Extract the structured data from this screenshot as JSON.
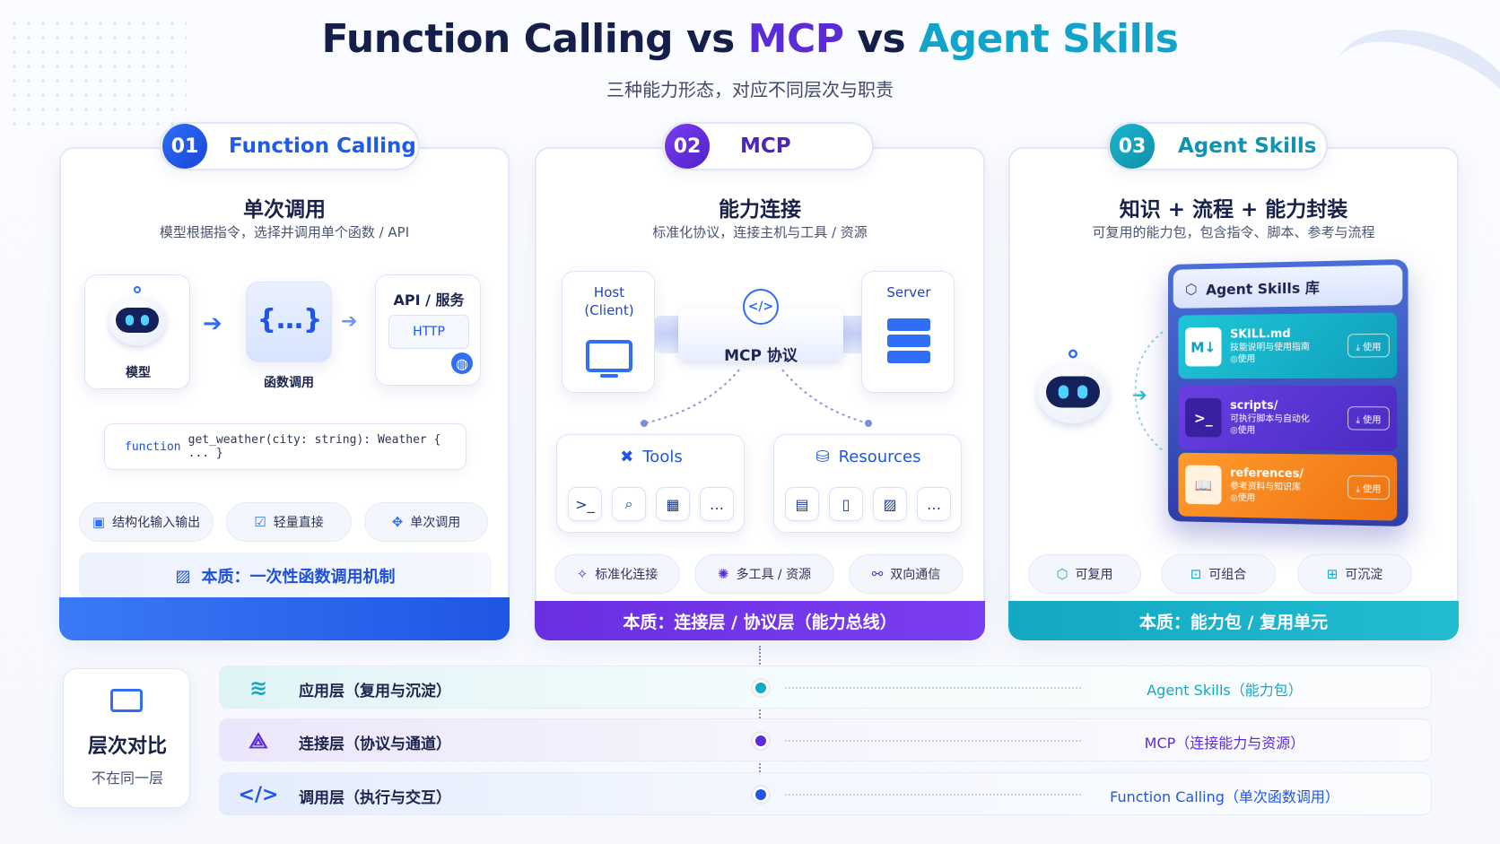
{
  "title": {
    "part1": "Function Calling vs ",
    "part2": "MCP",
    "part3": " vs ",
    "part4": "Agent Skills"
  },
  "subtitle": "三种能力形态，对应不同层次与职责",
  "cards": [
    {
      "num": "01",
      "name": "Function Calling",
      "heading": "单次调用",
      "desc": "模型根据指令，选择并调用单个函数 / API",
      "model_label": "模型",
      "func_label": "函数调用",
      "func_glyph": "{…}",
      "api_label": "API / 服务",
      "http_label": "HTTP",
      "code_kw": "function",
      "code_text": "get_weather(city: string): Weather { ... }",
      "chips": [
        "结构化输入输出",
        "轻量直接",
        "单次调用"
      ],
      "essence": "本质：一次性函数调用机制"
    },
    {
      "num": "02",
      "name": "MCP",
      "heading": "能力连接",
      "desc": "标准化协议，连接主机与工具 / 资源",
      "host_label": "Host\n(Client)",
      "server_label": "Server",
      "protocol_label": "MCP 协议",
      "tools_label": "Tools",
      "resources_label": "Resources",
      "chips": [
        "标准化连接",
        "多工具 / 资源",
        "双向通信"
      ],
      "essence": "本质：连接层 / 协议层（能力总线）"
    },
    {
      "num": "03",
      "name": "Agent Skills",
      "heading": "知识 + 流程 + 能力封装",
      "desc": "可复用的能力包，包含指令、脚本、参考与流程",
      "library_label": "Agent Skills 库",
      "skills": [
        {
          "icon": "M↓",
          "name": "SKILL.md",
          "desc": "技能说明与使用指南",
          "tag": "◎使用",
          "btn": "⤓ 使用"
        },
        {
          "icon": ">_",
          "name": "scripts/",
          "desc": "可执行脚本与自动化",
          "tag": "◎使用",
          "btn": "⤓ 使用"
        },
        {
          "icon": "📖",
          "name": "references/",
          "desc": "参考资料与知识库",
          "tag": "◎使用",
          "btn": "⤓ 使用"
        }
      ],
      "chips": [
        "可复用",
        "可组合",
        "可沉淀"
      ],
      "essence": "本质：能力包 / 复用单元"
    }
  ],
  "compare": {
    "title": "层次对比",
    "subtitle": "不在同一层",
    "rows": [
      {
        "layer": "应用层（复用与沉淀）",
        "maps_to": "Agent Skills（能力包）",
        "color": "#13a8c4"
      },
      {
        "layer": "连接层（协议与通道）",
        "maps_to": "MCP（连接能力与资源）",
        "color": "#5b2bd6"
      },
      {
        "layer": "调用层（执行与交互）",
        "maps_to": "Function Calling（单次函数调用）",
        "color": "#1f56e3"
      }
    ]
  },
  "colors": {
    "fc": "#1f56e3",
    "mcp": "#5b2bd6",
    "skills": "#13a8c4"
  }
}
